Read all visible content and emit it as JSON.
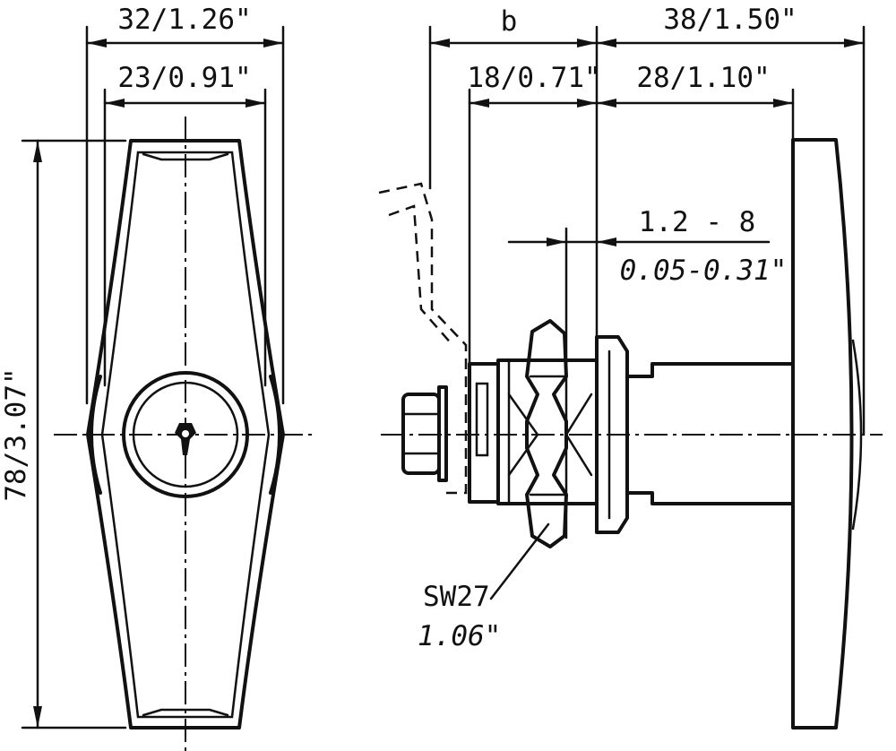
{
  "colors": {
    "ink": "#111111",
    "paper": "#ffffff"
  },
  "front_view": {
    "overall_width_label": "32/1.26\"",
    "grip_width_label": "23/0.91\"",
    "height_label": "78/3.07\""
  },
  "side_view": {
    "b_label": "b",
    "projection_label": "38/1.50\"",
    "shank_label": "18/0.71\"",
    "handle_length_label": "28/1.10\"",
    "panel_range_mm": "1.2 - 8",
    "panel_range_in": "0.05-0.31\"",
    "nut_size_mm": "SW27",
    "nut_size_in": "1.06\""
  }
}
